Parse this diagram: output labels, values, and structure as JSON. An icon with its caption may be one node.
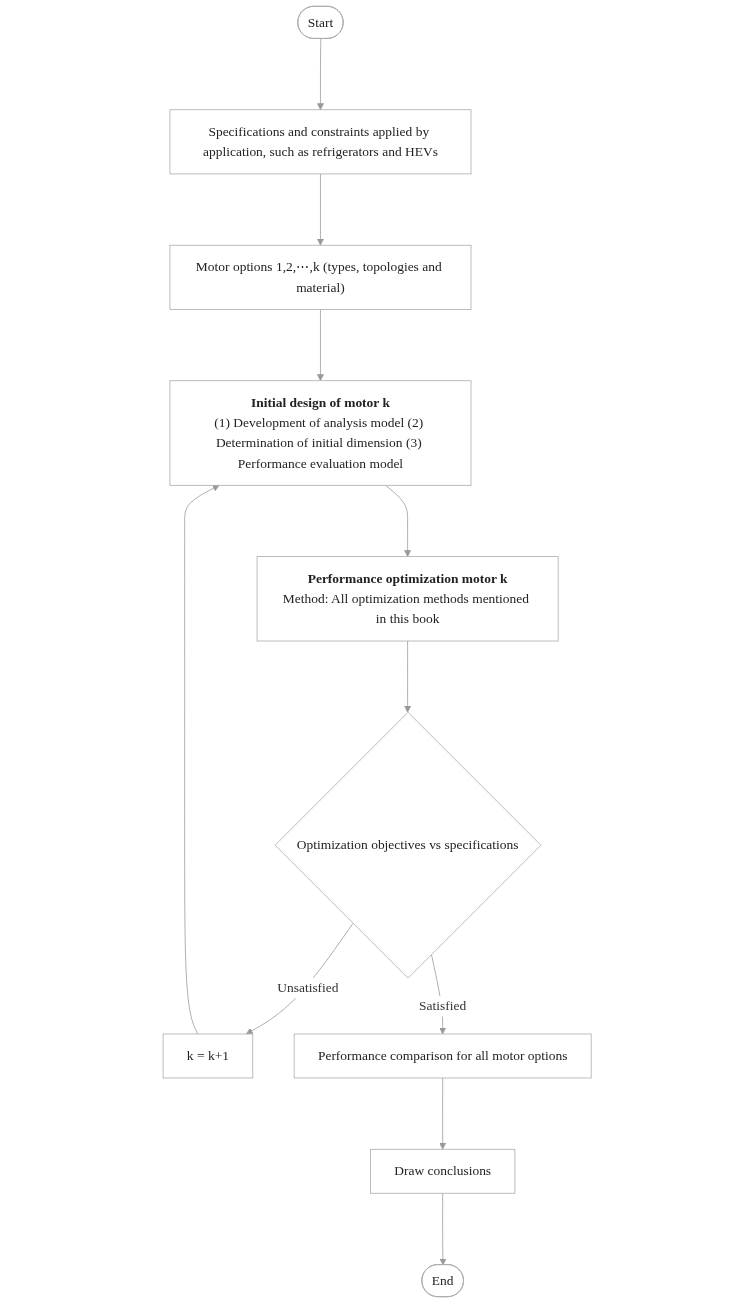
{
  "diagram": {
    "nodes": [
      {
        "text": [
          "Start"
        ]
      },
      {
        "text": [
          "Specifications and constraints applied by application, such as refrigerators and HEVs"
        ]
      },
      {
        "text": [
          "Motor options 1,2,⋯,k (types, topologies and material)"
        ]
      },
      {
        "text": [
          "Initial design of motor k",
          "(1) Development of analysis model (2) Determination of initial dimension (3) Performance evaluation model"
        ]
      },
      {
        "text": [
          "Performance optimization motor k",
          "Method: All optimization methods mentioned in this book"
        ]
      },
      {
        "text": [
          "Optimization objectives vs specifications"
        ]
      },
      {
        "text": [
          "k = k+1"
        ]
      },
      {
        "text": [
          "Performance comparison for all motor options"
        ]
      },
      {
        "text": [
          "Draw conclusions"
        ]
      },
      {
        "text": [
          "End"
        ]
      }
    ],
    "edges": [
      {
        "from": 0,
        "to": 1,
        "arrow": "to"
      },
      {
        "from": 1,
        "to": 2,
        "arrow": "to"
      },
      {
        "from": 2,
        "to": 3,
        "arrow": "to"
      },
      {
        "from": 3,
        "to": 4,
        "arrow": "to"
      },
      {
        "from": 4,
        "to": 5,
        "arrow": "to"
      },
      {
        "from": 5,
        "to": 6,
        "label": "Unsatisfied",
        "arrow": "to"
      },
      {
        "from": 6,
        "to": 3,
        "arrow": "to"
      },
      {
        "from": 5,
        "to": 7,
        "label": "Satisfied",
        "arrow": "to"
      },
      {
        "from": 7,
        "to": 8,
        "arrow": "to"
      },
      {
        "from": 8,
        "to": 9,
        "arrow": "to"
      }
    ]
  }
}
